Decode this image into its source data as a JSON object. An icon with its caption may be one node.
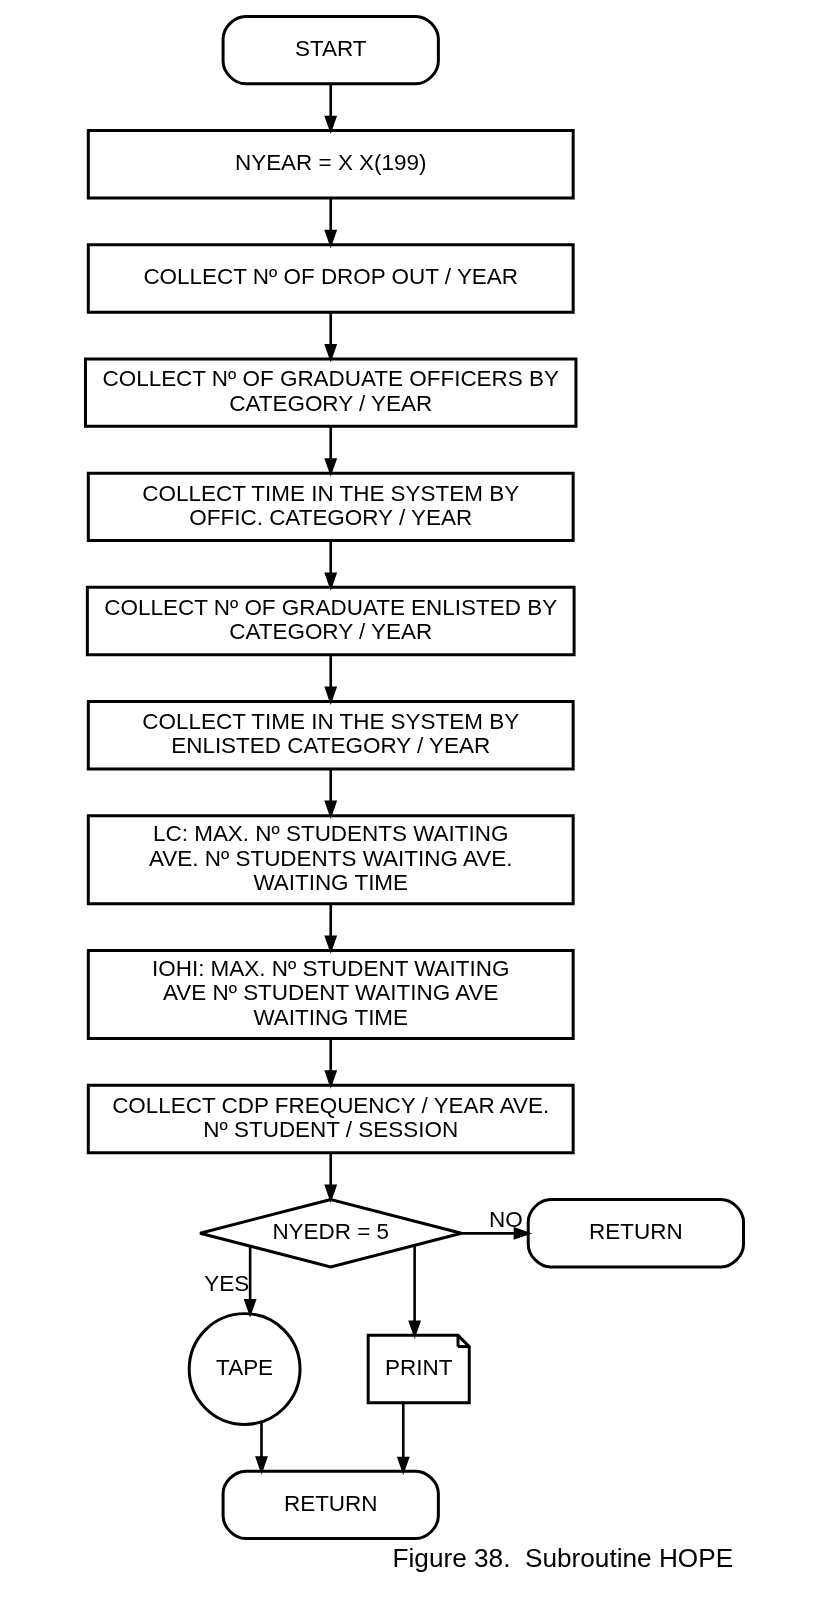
{
  "diagram": {
    "caption": "Figure 38.  Subroutine HOPE",
    "nodes": [
      {
        "text": [
          "START"
        ]
      },
      {
        "text": [
          "NYEAR = X X(199)"
        ]
      },
      {
        "text": [
          "COLLECT Nº OF DROP OUT / YEAR"
        ]
      },
      {
        "text": [
          "COLLECT Nº OF GRADUATE OFFICERS BY CATEGORY / YEAR"
        ]
      },
      {
        "text": [
          "COLLECT TIME IN THE SYSTEM BY OFFIC. CATEGORY / YEAR"
        ]
      },
      {
        "text": [
          "COLLECT Nº OF GRADUATE ENLISTED BY CATEGORY / YEAR"
        ]
      },
      {
        "text": [
          "COLLECT TIME IN THE SYSTEM BY ENLISTED CATEGORY / YEAR"
        ]
      },
      {
        "text": [
          "LC: MAX. Nº STUDENTS WAITING AVE. Nº STUDENTS WAITING AVE. WAITING TIME"
        ]
      },
      {
        "text": [
          "IOHI: MAX. Nº STUDENT WAITING AVE Nº STUDENT WAITING AVE WAITING TIME"
        ]
      },
      {
        "text": [
          "COLLECT CDP FREQUENCY / YEAR AVE. Nº STUDENT / SESSION"
        ]
      },
      {
        "text": [
          "NYEDR = 5"
        ]
      },
      {
        "text": [
          "RETURN"
        ]
      },
      {
        "text": [
          "TAPE"
        ]
      },
      {
        "text": [
          "PRINT"
        ]
      },
      {
        "text": [
          "RETURN"
        ]
      }
    ],
    "edges": [
      {
        "from": 0,
        "to": 1,
        "arrow": "to"
      },
      {
        "from": 1,
        "to": 2,
        "arrow": "to"
      },
      {
        "from": 2,
        "to": 3,
        "arrow": "to"
      },
      {
        "from": 3,
        "to": 4,
        "arrow": "to"
      },
      {
        "from": 4,
        "to": 5,
        "arrow": "to"
      },
      {
        "from": 5,
        "to": 6,
        "arrow": "to"
      },
      {
        "from": 6,
        "to": 7,
        "arrow": "to"
      },
      {
        "from": 7,
        "to": 8,
        "arrow": "to"
      },
      {
        "from": 8,
        "to": 9,
        "arrow": "to"
      },
      {
        "from": 9,
        "to": 10,
        "arrow": "to"
      },
      {
        "from": 10,
        "to": 12,
        "arrow": "to",
        "label": "YES"
      },
      {
        "from": 10,
        "to": 13,
        "arrow": "to"
      },
      {
        "from": 10,
        "to": 11,
        "arrow": "to",
        "label": "NO"
      },
      {
        "from": 12,
        "to": 14,
        "arrow": "to"
      },
      {
        "from": 13,
        "to": 14,
        "arrow": "to"
      }
    ]
  }
}
